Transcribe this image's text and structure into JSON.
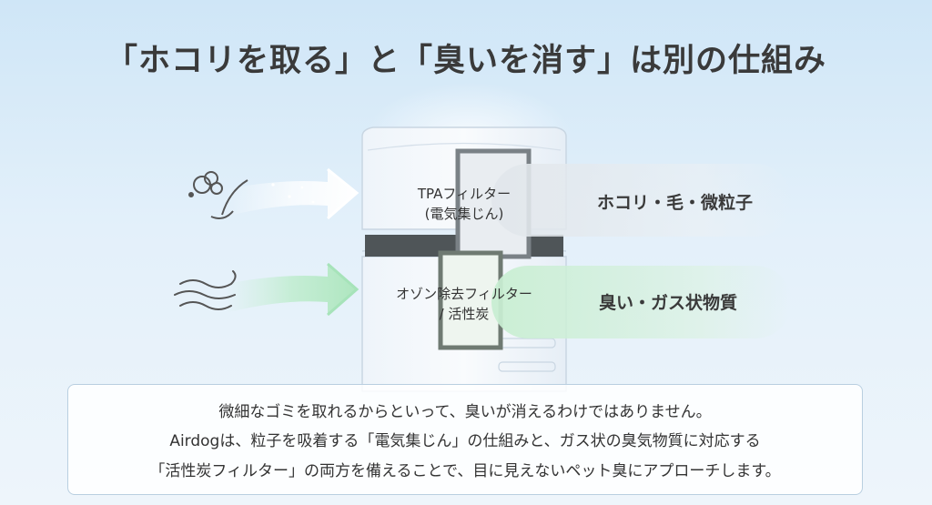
{
  "title": "「ホコリを取る」と「臭いを消す」は別の仕組み",
  "filters": {
    "tpa": {
      "name": "TPAフィルター",
      "sub": "(電気集じん)"
    },
    "ozone": {
      "name": "オゾン除去フィルター",
      "sub": "/ 活性炭"
    }
  },
  "results": {
    "dust": "ホコリ・毛・微粒子",
    "odor": "臭い・ガス状物質"
  },
  "info": {
    "lines": [
      "微細なゴミを取れるからといって、臭いが消えるわけではありません。",
      "Airdogは、粒子を吸着する「電気集じん」の仕組みと、ガス状の臭気物質に対応する",
      "「活性炭フィルター」の両方を備えることで、目に見えないペット臭にアプローチします。"
    ]
  },
  "colors": {
    "dust_arrow": "#dde3ea",
    "odor_arrow": "#bfeccd",
    "title_text": "#3a3a3a",
    "box_border": "#b9cfe0"
  },
  "icons": [
    "dust-hair-icon",
    "odor-wave-icon",
    "right-arrow-icon"
  ]
}
